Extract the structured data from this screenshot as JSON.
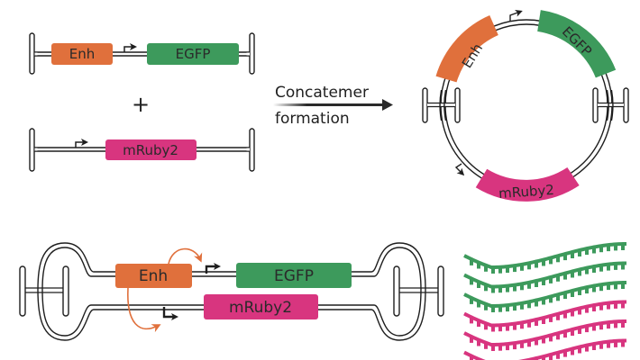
{
  "colors": {
    "enhancer": "#e0703c",
    "egfp": "#3d9a5c",
    "mruby2": "#d8357f",
    "line": "#1e1e1e"
  },
  "top_left": {
    "construct_1": {
      "enhancer_label": "Enh",
      "reporter_label": "EGFP"
    },
    "plus_sign": "+",
    "construct_2": {
      "reporter_label": "mRuby2"
    }
  },
  "process_arrow": {
    "line1": "Concatemer",
    "line2": "formation"
  },
  "circle": {
    "enhancer_label": "Enh",
    "egfp_label": "EGFP",
    "mruby2_label": "mRuby2"
  },
  "bottom": {
    "enhancer_label": "Enh",
    "egfp_label": "EGFP",
    "mruby2_label": "mRuby2"
  },
  "transcripts": {
    "green_count": 3,
    "magenta_count": 3
  }
}
